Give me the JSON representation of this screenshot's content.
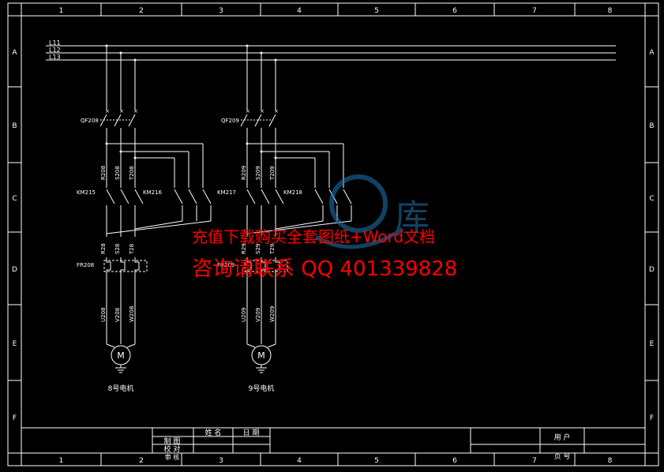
{
  "frame": {
    "columns": [
      "1",
      "2",
      "3",
      "4",
      "5",
      "6",
      "7",
      "8"
    ],
    "rows": [
      "A",
      "B",
      "C",
      "D",
      "E",
      "F"
    ]
  },
  "bus": {
    "lines": [
      "L11",
      "L12",
      "L13"
    ]
  },
  "circuits": [
    {
      "breaker": "QF208",
      "phase_labels": [
        "R208",
        "S208",
        "T208"
      ],
      "contactor_fwd": "KM215",
      "contactor_rev": "KM216",
      "mid_labels": [
        "R28",
        "S28",
        "T28"
      ],
      "relay": "FR208",
      "out_labels": [
        "U208",
        "V208",
        "W208"
      ],
      "motor_symbol": "M",
      "motor_caption": "8号电机"
    },
    {
      "breaker": "QF209",
      "phase_labels": [
        "R209",
        "S209",
        "T209"
      ],
      "contactor_fwd": "KM217",
      "contactor_rev": "KM218",
      "mid_labels": [
        "R29",
        "S29",
        "T29"
      ],
      "relay": "FR209",
      "out_labels": [
        "U209",
        "V209",
        "W209"
      ],
      "motor_symbol": "M",
      "motor_caption": "9号电机"
    }
  ],
  "title_block": {
    "headers": [
      "姓 名",
      "日 期"
    ],
    "rows": [
      "制 图",
      "校 对",
      "审 核"
    ],
    "right_labels": [
      "用 户",
      "页 号"
    ]
  },
  "watermark": {
    "line1": "充值下载购买全套图纸+Word文档",
    "line2": "咨询请联系 QQ 401339828"
  }
}
